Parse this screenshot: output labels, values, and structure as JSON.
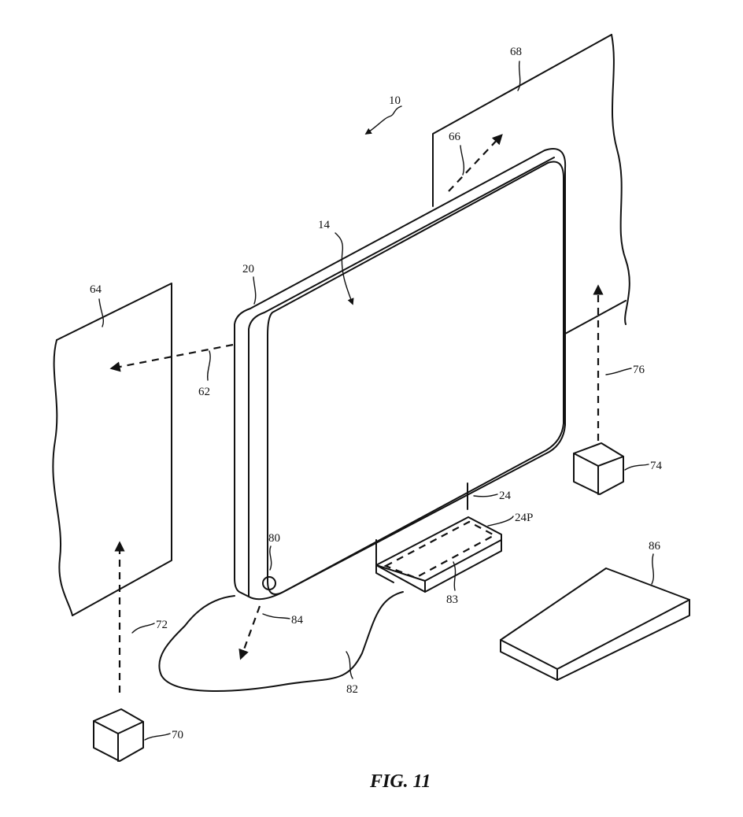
{
  "figure": {
    "caption": "FIG. 11",
    "labels": {
      "l10": "10",
      "l14": "14",
      "l20": "20",
      "l24": "24",
      "l24p": "24P",
      "l62": "62",
      "l64": "64",
      "l66": "66",
      "l68": "68",
      "l70": "70",
      "l72": "72",
      "l74": "74",
      "l76": "76",
      "l80": "80",
      "l82": "82",
      "l83": "83",
      "l84": "84",
      "l86": "86"
    }
  }
}
